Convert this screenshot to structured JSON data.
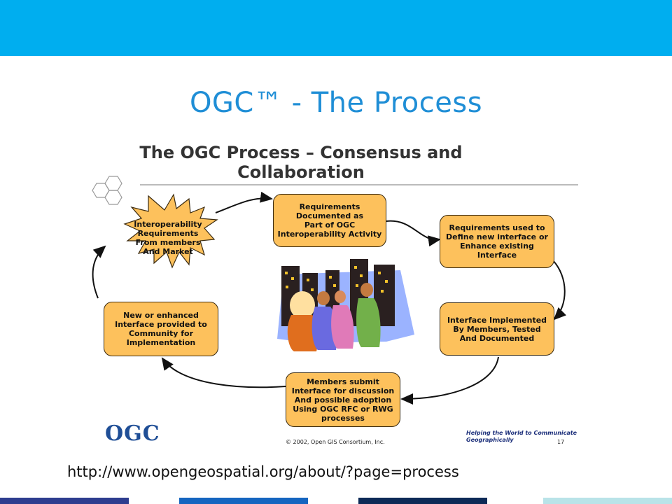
{
  "slide": {
    "title": "OGC™ - The Process",
    "url": "http://www.opengeospatial.org/about/?page=process"
  },
  "diagram": {
    "title_line1": "The OGC Process – Consensus and",
    "title_line2": "Collaboration",
    "burst": "Interoperability\nRequirements\nFrom members\nAnd Market",
    "steps": [
      "Requirements\nDocumented as\nPart of OGC\nInteroperability Activity",
      "Requirements used to\nDefine new interface or\nEnhance existing\nInterface",
      "Interface Implemented\nBy Members, Tested\nAnd Documented",
      "Members submit\nInterface for discussion\nAnd possible adoption\nUsing OGC RFC or RWG\nprocesses",
      "New or enhanced\nInterface provided to\nCommunity for\nImplementation"
    ],
    "logo": "OGC",
    "copyright": "© 2002, Open GIS Consortium, Inc.",
    "tagline": "Helping the World to Communicate\nGeographically",
    "page_number": "17"
  },
  "colors": {
    "top_bar": "#00aeef",
    "title": "#1f8ed6",
    "box_fill": "#fdc15c",
    "bottom_bar": [
      "#2e3d8f",
      "#1565c0",
      "#0d2a57",
      "#b9e3e8"
    ]
  }
}
